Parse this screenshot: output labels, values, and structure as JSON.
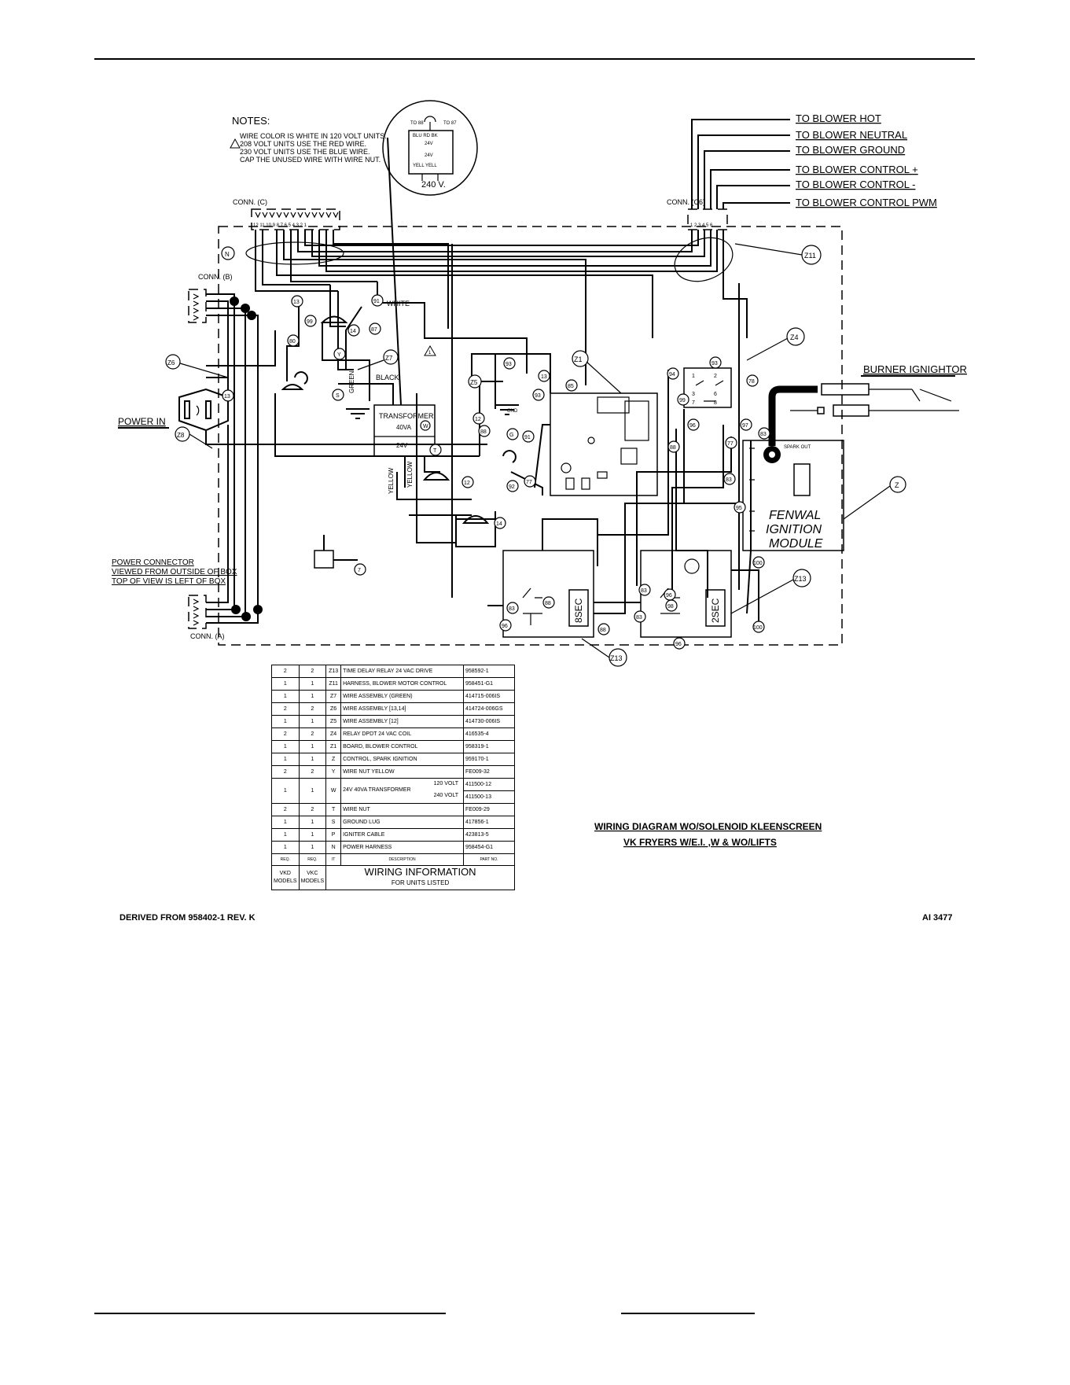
{
  "notes": {
    "title": "NOTES:",
    "lines": [
      "WIRE COLOR IS WHITE IN 120 VOLT UNITS.",
      "208 VOLT UNITS USE THE RED WIRE.",
      "230 VOLT UNITS USE THE BLUE WIRE.",
      "CAP THE UNUSED WIRE WITH WIRE NUT."
    ]
  },
  "inset": {
    "voltage": "240 V.",
    "top_left": "TO 88",
    "top_right": "TO 87",
    "row1": "BLU RD BK",
    "row2": "24V",
    "row3": "24V",
    "row4": "YELL YELL"
  },
  "connectors": {
    "conn_c": "CONN. (C)",
    "conn_c6": "CONN. (C6)",
    "conn_b": "CONN. (B)",
    "conn_a": "CONN. (A)",
    "conn_c_pins": "12 11 10 9 8 7 6 5 4 3 2 1",
    "conn_c6_pins": "1 2 3 4 5 6"
  },
  "blower_labels": [
    "TO BLOWER HOT",
    "TO BLOWER NEUTRAL",
    "TO BLOWER GROUND",
    "TO BLOWER CONTROL +",
    "TO BLOWER CONTROL -",
    "TO BLOWER CONTROL PWM"
  ],
  "labels": {
    "burner_ignitor": "BURNER IGNIGHTOR",
    "power_in": "POWER IN",
    "white": "WHITE",
    "black": "BLACK",
    "green": "GREEN",
    "yellow_1": "YELLOW",
    "yellow_2": "YELLOW",
    "transformer": "TRANSFORMER",
    "transformer_va": "40VA",
    "transformer_v": "24V",
    "transformer_w": "W",
    "gnd": "GND",
    "spark_out": "SPARK OUT",
    "fenwal_1": "FENWAL",
    "fenwal_2": "IGNITION",
    "fenwal_3": "MODULE",
    "relay_8sec": "8SEC",
    "relay_2sec": "2SEC",
    "power_connector_1": "POWER CONNECTOR",
    "power_connector_2": "VIEWED FROM OUTSIDE OF BOX",
    "power_connector_3": "TOP OF VIEW IS LEFT OF BOX"
  },
  "callouts": [
    "N",
    "Z11",
    "Z4",
    "Z1",
    "Z5",
    "Z6",
    "Z7",
    "Z8",
    "Z",
    "Z13",
    "Z13",
    "S",
    "Y",
    "T",
    "G"
  ],
  "wire_numbers": [
    "13",
    "99",
    "91",
    "14",
    "87",
    "80",
    "93",
    "85",
    "12",
    "88",
    "91",
    "92",
    "77",
    "13",
    "14",
    "7",
    "94",
    "93",
    "99",
    "96",
    "78",
    "97",
    "83",
    "77",
    "83",
    "95",
    "88",
    "100",
    "100",
    "83",
    "96",
    "98",
    "88",
    "83",
    "96",
    "96",
    "98"
  ],
  "parts_table": {
    "rows": [
      {
        "vkd": "2",
        "vkc": "2",
        "item": "Z13",
        "desc": "TIME DELAY RELAY 24 VAC DRIVE",
        "part": "958592-1"
      },
      {
        "vkd": "1",
        "vkc": "1",
        "item": "Z11",
        "desc": "HARNESS, BLOWER MOTOR CONTROL",
        "part": "958451-G1"
      },
      {
        "vkd": "1",
        "vkc": "1",
        "item": "Z7",
        "desc": "WIRE ASSEMBLY  (GREEN)",
        "part": "414715-006IS"
      },
      {
        "vkd": "2",
        "vkc": "2",
        "item": "Z6",
        "desc": "WIRE ASSEMBLY [13,14]",
        "part": "414724-006GS"
      },
      {
        "vkd": "1",
        "vkc": "1",
        "item": "Z5",
        "desc": "WIRE ASSEMBLY [12]",
        "part": "414730-006IS"
      },
      {
        "vkd": "2",
        "vkc": "2",
        "item": "Z4",
        "desc": "RELAY DPDT 24 VAC COIL",
        "part": "416535-4"
      },
      {
        "vkd": "1",
        "vkc": "1",
        "item": "Z1",
        "desc": "BOARD, BLOWER CONTROL",
        "part": "958319-1"
      },
      {
        "vkd": "1",
        "vkc": "1",
        "item": "Z",
        "desc": "CONTROL, SPARK IGNITION",
        "part": "959170-1"
      },
      {
        "vkd": "2",
        "vkc": "2",
        "item": "Y",
        "desc": "WIRE NUT YELLOW",
        "part": "FE009-32"
      }
    ],
    "transformer_row": {
      "vkd": "1",
      "vkc": "1",
      "item": "W",
      "desc": "24V 40VA TRANSFORMER",
      "v1": "120 VOLT",
      "p1": "411500-12",
      "v2": "240 VOLT",
      "p2": "411500-13"
    },
    "rows2": [
      {
        "vkd": "2",
        "vkc": "2",
        "item": "T",
        "desc": "WIRE NUT",
        "part": "FE009-29"
      },
      {
        "vkd": "1",
        "vkc": "1",
        "item": "S",
        "desc": "GROUND LUG",
        "part": "417856-1"
      },
      {
        "vkd": "1",
        "vkc": "1",
        "item": "P",
        "desc": "IGNITER CABLE",
        "part": "423813-5"
      },
      {
        "vkd": "1",
        "vkc": "1",
        "item": "N",
        "desc": "POWER HARNESS",
        "part": "958454-G1"
      }
    ],
    "header": {
      "req1": "REQ.",
      "req2": "REQ.",
      "it": "IT",
      "desc": "DESCRIPTION",
      "part": "PART NO."
    },
    "footer": {
      "vkd": "VKD MODELS",
      "vkc": "VKC MODELS",
      "title": "WIRING INFORMATION",
      "sub": "FOR UNITS LISTED"
    }
  },
  "diagram_title_1": "WIRING DIAGRAM WO/SOLENOID KLEENSCREEN",
  "diagram_title_2": "VK FRYERS W/E.I. ,W & WO/LIFTS",
  "derived": "DERIVED FROM 958402-1 REV. K",
  "doc_id": "AI 3477"
}
